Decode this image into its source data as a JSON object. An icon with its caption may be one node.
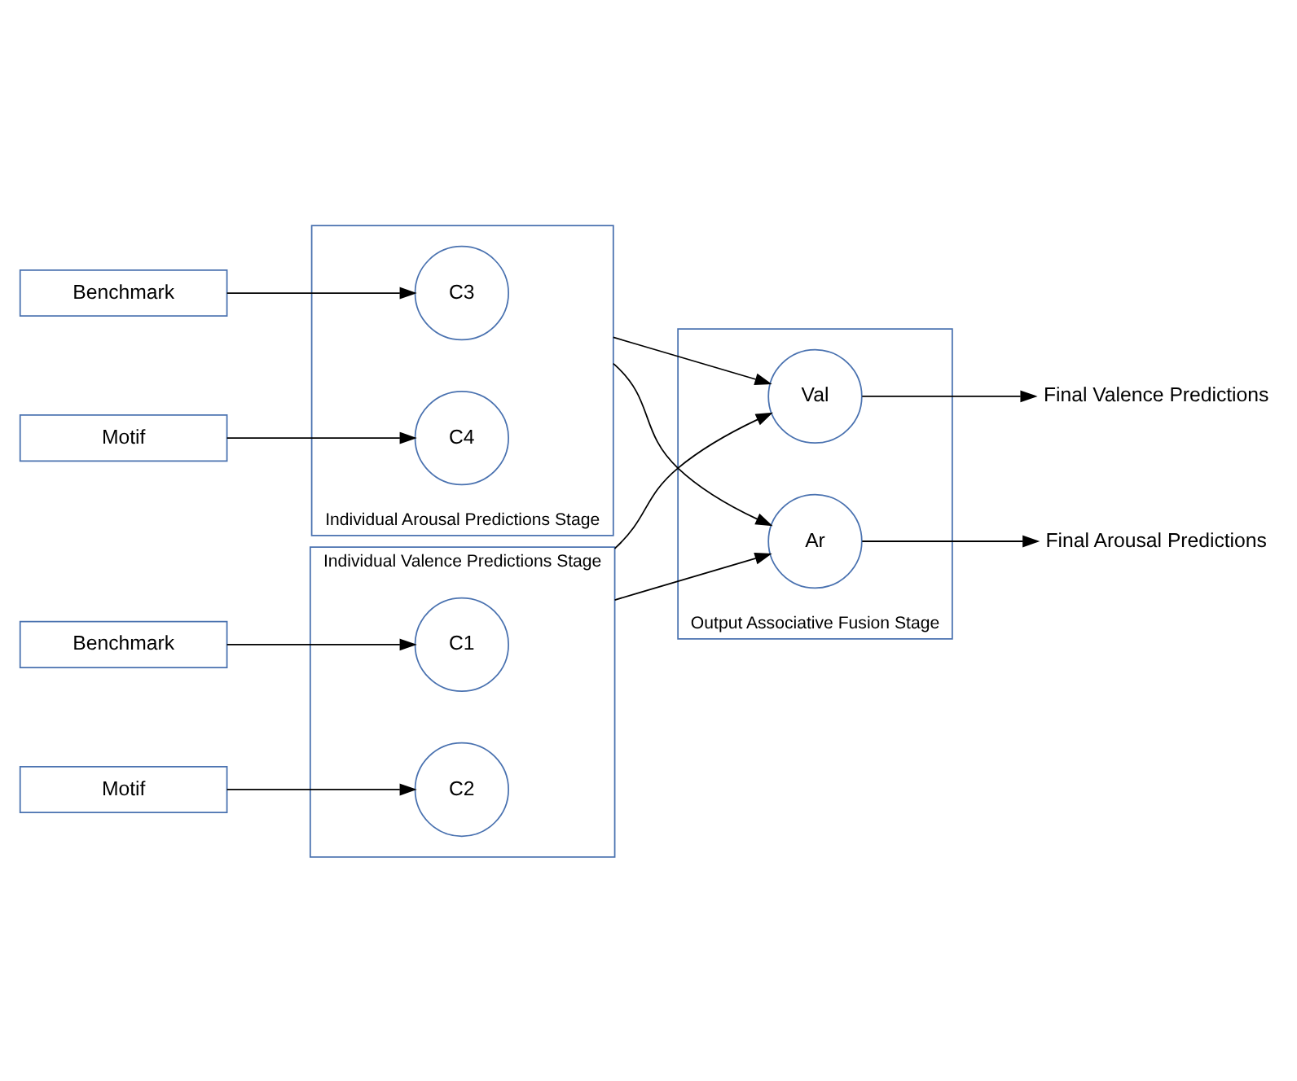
{
  "diagram": {
    "nodes": [
      {
        "text": [
          "Individual Valence Predictions Stage"
        ]
      },
      {
        "text": [
          "C1"
        ],
        "in": 0
      },
      {
        "text": [
          "C2"
        ],
        "in": 0
      },
      {
        "text": [
          "Individual Arousal Predictions Stage"
        ]
      },
      {
        "text": [
          "C3"
        ],
        "in": 3
      },
      {
        "text": [
          "C4"
        ],
        "in": 3
      },
      {
        "text": [
          "Output Associative Fusion Stage"
        ]
      },
      {
        "text": [
          "Val"
        ],
        "in": 6
      },
      {
        "text": [
          "Ar"
        ],
        "in": 6
      },
      {
        "text": [
          "Benchmark"
        ]
      },
      {
        "text": [
          "Motif"
        ]
      },
      {
        "text": [
          "Benchmark"
        ]
      },
      {
        "text": [
          "Motif"
        ]
      },
      {
        "text": [
          "Final Valence Predictions"
        ]
      },
      {
        "text": [
          "Final Arousal Predictions"
        ]
      }
    ],
    "edges": [
      {
        "from": 9,
        "to": 1,
        "arrow": "to"
      },
      {
        "from": 10,
        "to": 2,
        "arrow": "to"
      },
      {
        "from": 11,
        "to": 4,
        "arrow": "to"
      },
      {
        "from": 12,
        "to": 5,
        "arrow": "to"
      },
      {
        "from": 0,
        "to": 7,
        "arrow": "to"
      },
      {
        "from": 0,
        "to": 8,
        "arrow": "to"
      },
      {
        "from": 3,
        "to": 7,
        "arrow": "to"
      },
      {
        "from": 3,
        "to": 8,
        "arrow": "to"
      },
      {
        "from": 7,
        "to": 13,
        "arrow": "to"
      },
      {
        "from": 8,
        "to": 14,
        "arrow": "to"
      }
    ]
  }
}
